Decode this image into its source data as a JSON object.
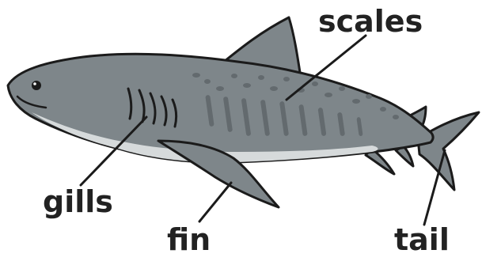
{
  "labels": {
    "scales": "scales",
    "gills": "gills",
    "fin": "fin",
    "tail": "tail"
  },
  "colors": {
    "body": "#7e868a",
    "spots": "#636a6e",
    "belly": "#d6dadb",
    "outline": "#1b1b1b",
    "text": "#222222"
  }
}
